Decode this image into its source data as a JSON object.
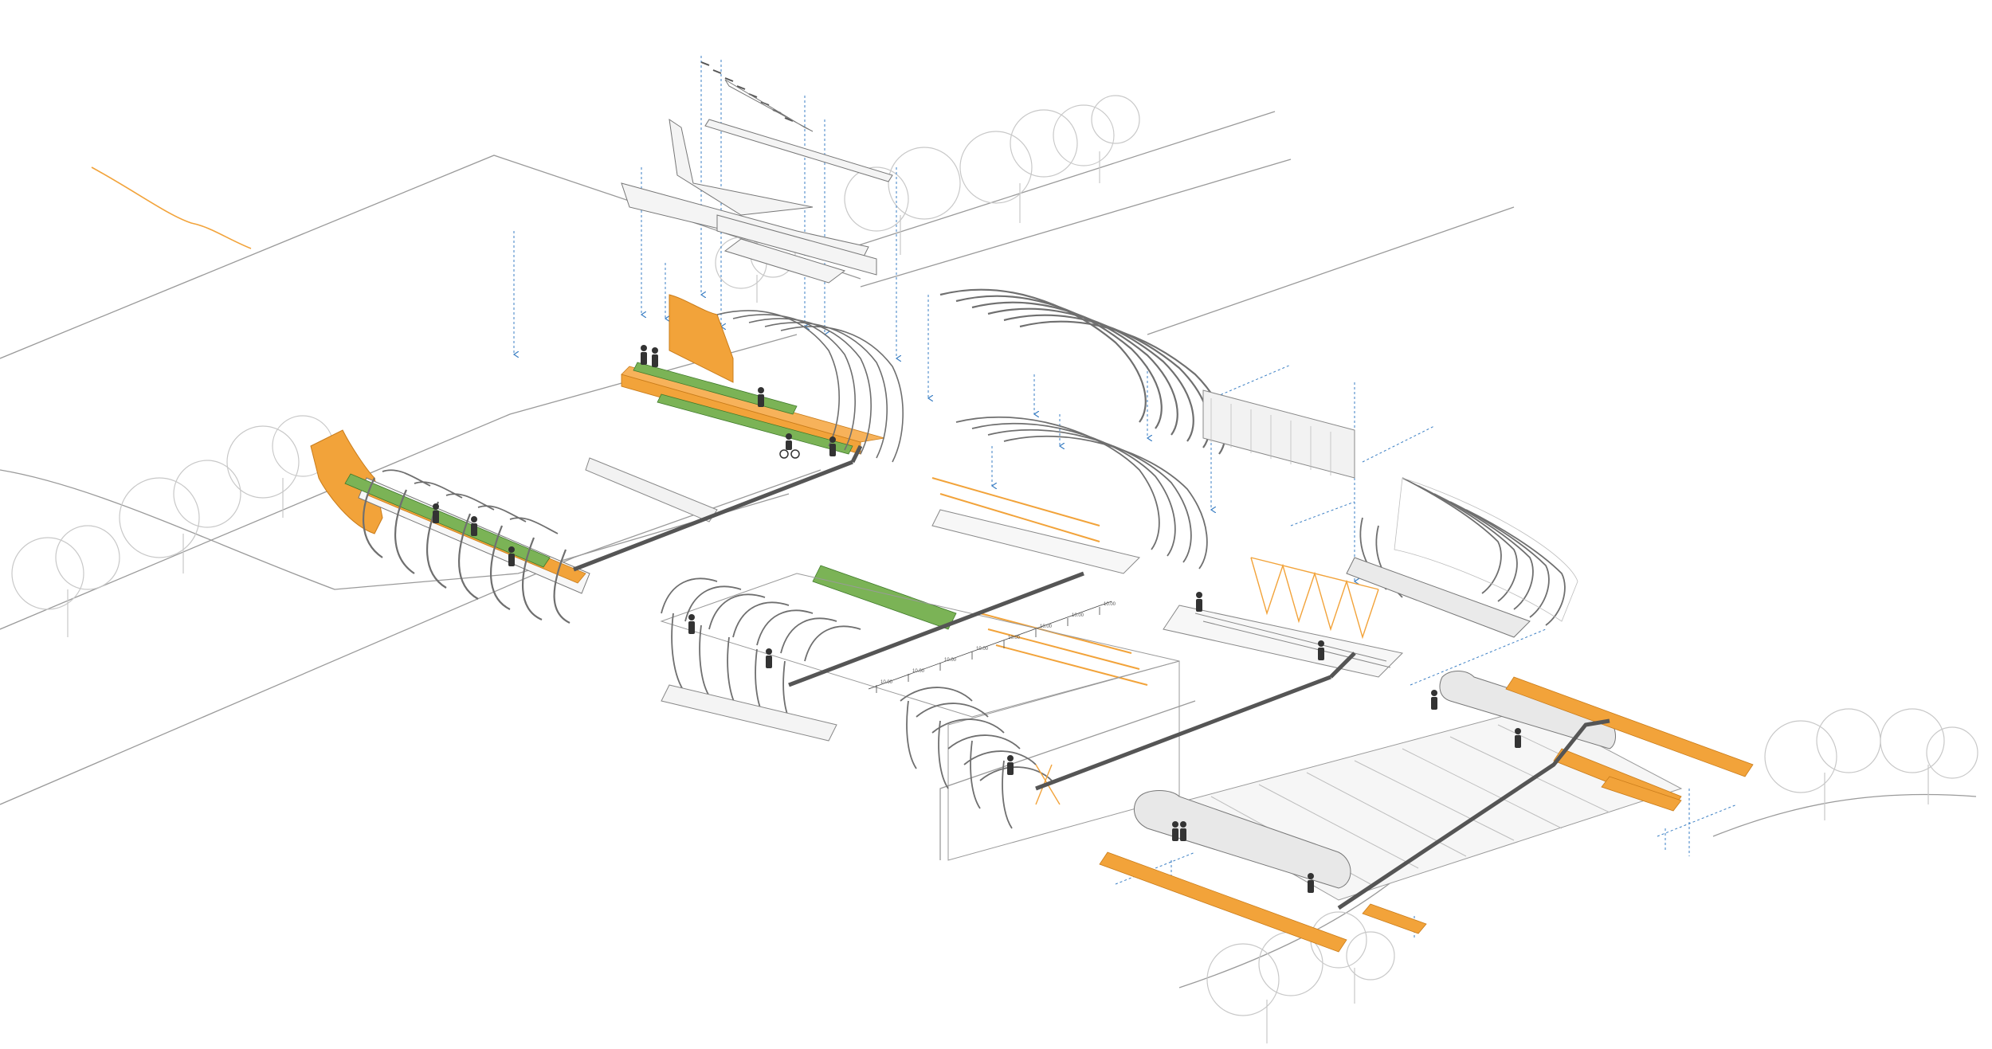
{
  "diagram": {
    "kind": "exploded axonometric",
    "colors": {
      "accent": "#f2a33a",
      "accent_dark": "#c97c1a",
      "planting": "#7bb356",
      "planting_dark": "#3f7a2a",
      "structure": "#6f6f6f",
      "path": "#555555",
      "dim_line": "#3b7fc4",
      "ground": "#9a9a9a",
      "tree": "#c8c8c8"
    },
    "dimension_labels": [
      "10.00",
      "10.00",
      "10.00",
      "10.00",
      "10.00",
      "10.00",
      "10.00",
      "10.00"
    ],
    "icons": [
      "tree-icon",
      "person-icon",
      "cyclist-icon",
      "leader-arrow-icon"
    ]
  }
}
